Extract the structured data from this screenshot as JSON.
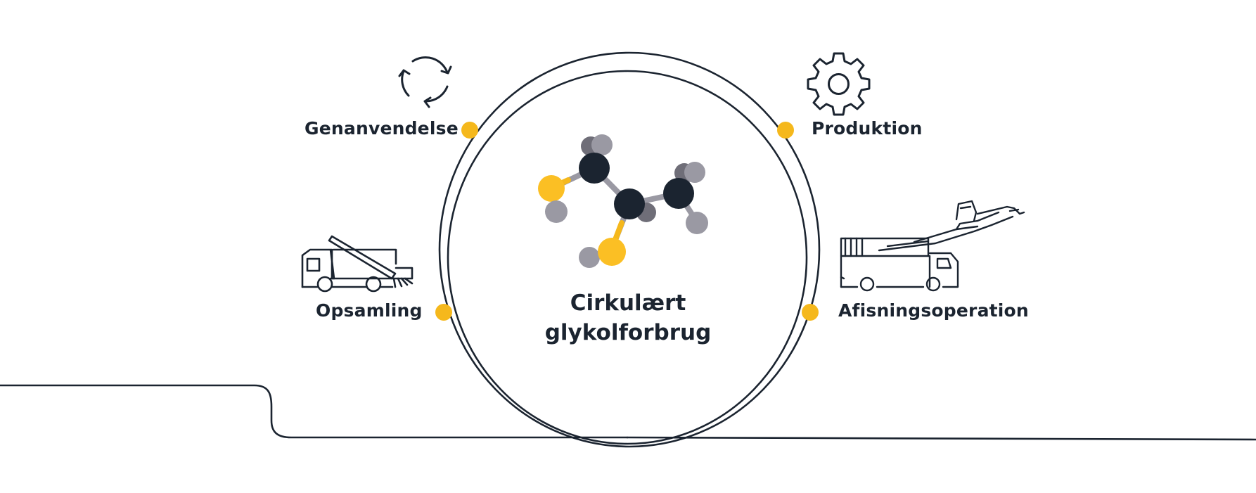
{
  "diagram": {
    "center_title_line1": "Cirkulært",
    "center_title_line2": "glykolforbrug",
    "nodes": [
      {
        "label": "Genanvendelse",
        "icon": "recycle-icon"
      },
      {
        "label": "Produktion",
        "icon": "gear-icon"
      },
      {
        "label": "Opsamling",
        "icon": "sweeper-truck-icon"
      },
      {
        "label": "Afisningsoperation",
        "icon": "deicing-truck-icon"
      }
    ],
    "center_icon": "glycol-molecule-icon"
  },
  "colors": {
    "line": "#1b2430",
    "accent": "#f5b81c",
    "atom_dark": "#1b2430",
    "atom_grey": "#9a99a3",
    "atom_yellow": "#fbbf24",
    "background": "#ffffff"
  }
}
